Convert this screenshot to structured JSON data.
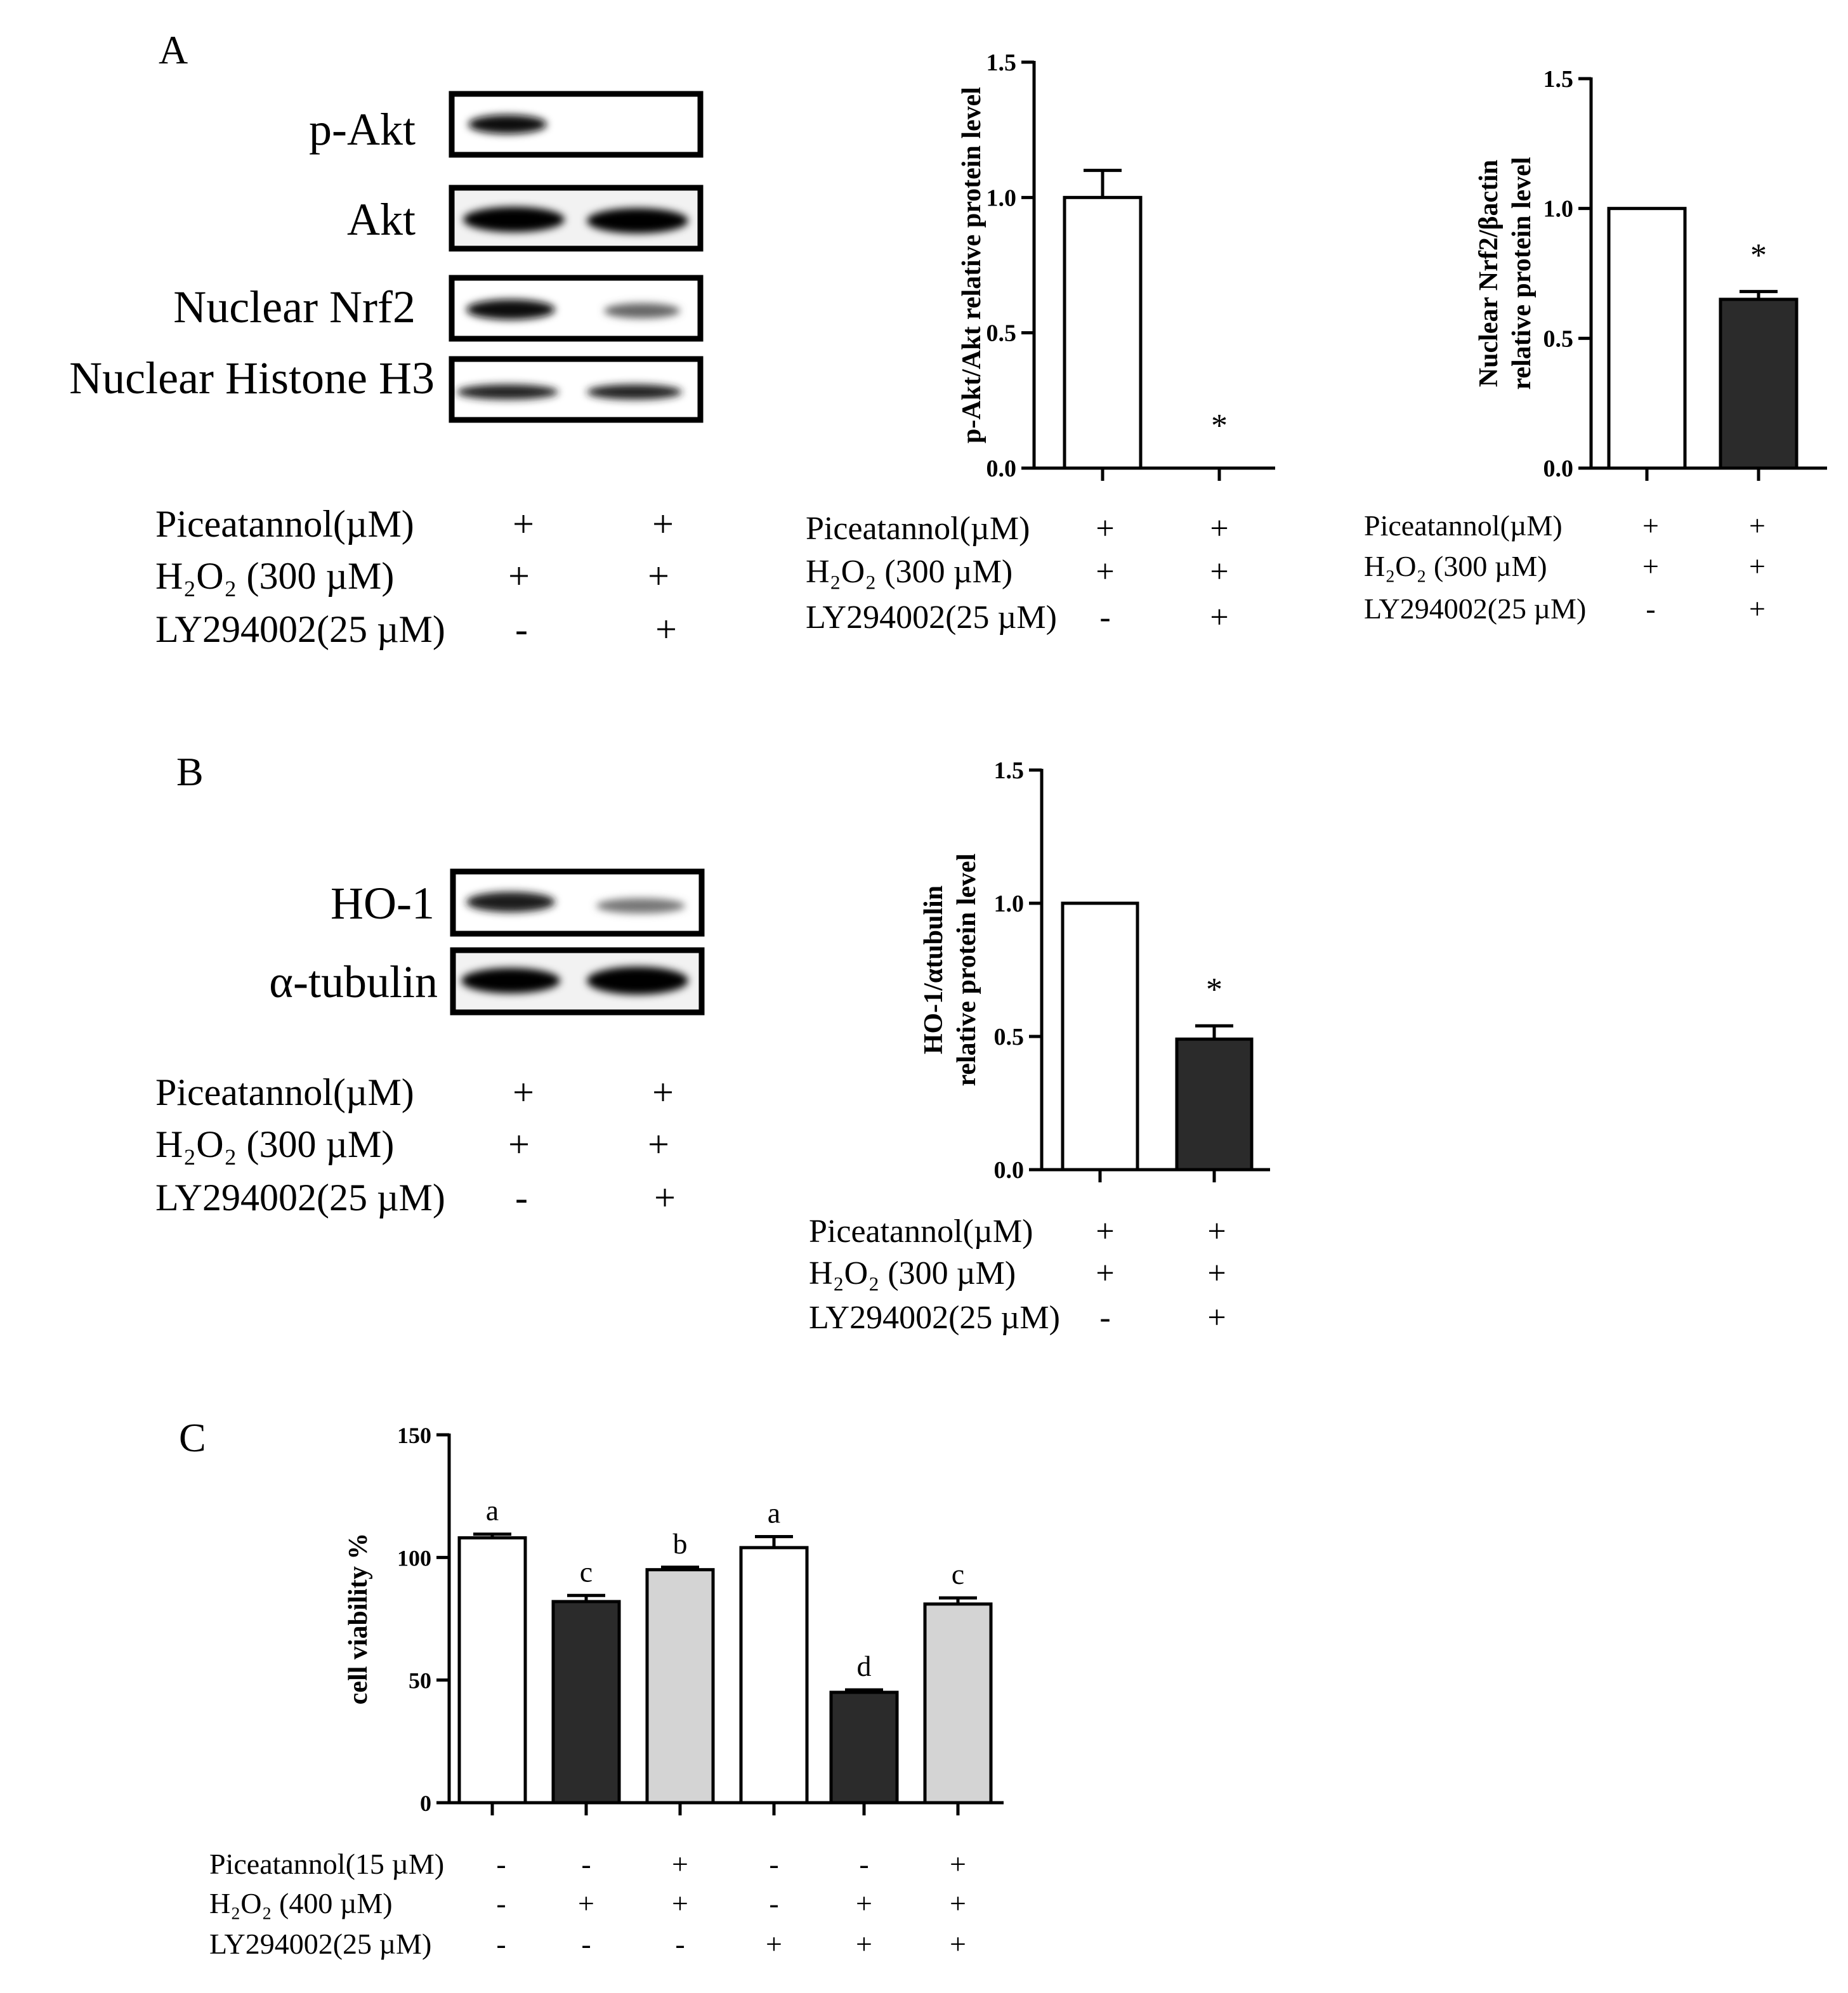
{
  "panels": {
    "a": "A",
    "b": "B",
    "c": "C"
  },
  "panel_a": {
    "blot_labels": [
      "p-Akt",
      "Akt",
      "Nuclear Nrf2",
      "Nuclear Histone H3"
    ],
    "conditions": [
      {
        "label": "Piceatannol(µM)",
        "signs": [
          "+",
          "+"
        ]
      },
      {
        "label": "H₂O₂ (300 µM)",
        "signs": [
          "+",
          "+"
        ]
      },
      {
        "label": "LY294002(25 µM)",
        "signs": [
          "-",
          "+"
        ]
      }
    ]
  },
  "panel_b": {
    "blot_labels": [
      "HO-1",
      "α-tubulin"
    ],
    "conditions": [
      {
        "label": "Piceatannol(µM)",
        "signs": [
          "+",
          "+"
        ]
      },
      {
        "label": "H₂O₂ (300 µM)",
        "signs": [
          "+",
          "+"
        ]
      },
      {
        "label": "LY294002(25 µM)",
        "signs": [
          "-",
          "+"
        ]
      }
    ]
  },
  "panel_c": {
    "conditions": [
      {
        "label": "Piceatannol(15 µM)",
        "signs": [
          "-",
          "-",
          "+",
          "-",
          "-",
          "+"
        ]
      },
      {
        "label": "H₂O₂ (400 µM)",
        "signs": [
          "-",
          "+",
          "+",
          "-",
          "+",
          "+"
        ]
      },
      {
        "label": "LY294002(25 µM)",
        "signs": [
          "-",
          "-",
          "-",
          "+",
          "+",
          "+"
        ]
      }
    ]
  },
  "colors": {
    "white_bar": "#ffffff",
    "dark_bar": "#2b2b2b",
    "gray_bar": "#d4d4d4",
    "axis": "#000000"
  },
  "chart_data": [
    {
      "id": "pakt",
      "type": "bar",
      "ylabel": "p-Akt/Akt relative protein level",
      "ylim": [
        0,
        1.5
      ],
      "yticks": [
        "0.0",
        "0.5",
        "1.0",
        "1.5"
      ],
      "values": [
        1.0,
        0.0
      ],
      "errors": [
        0.1,
        0
      ],
      "bar_colors": [
        "white",
        "dark"
      ],
      "annotations": [
        "",
        "*"
      ],
      "conditions": [
        {
          "label": "Piceatannol(µM)",
          "signs": [
            "+",
            "+"
          ]
        },
        {
          "label": "H₂O₂ (300 µM)",
          "signs": [
            "+",
            "+"
          ]
        },
        {
          "label": "LY294002(25 µM)",
          "signs": [
            "-",
            "+"
          ]
        }
      ]
    },
    {
      "id": "nrf2",
      "type": "bar",
      "ylabel": [
        "Nuclear Nrf2/βactin",
        "relative protein level"
      ],
      "ylim": [
        0,
        1.5
      ],
      "yticks": [
        "0.0",
        "0.5",
        "1.0",
        "1.5"
      ],
      "values": [
        1.0,
        0.65
      ],
      "errors": [
        0,
        0.03
      ],
      "bar_colors": [
        "white",
        "dark"
      ],
      "annotations": [
        "",
        "*"
      ],
      "conditions": [
        {
          "label": "Piceatannol(µM)",
          "signs": [
            "+",
            "+"
          ]
        },
        {
          "label": "H₂O₂ (300 µM)",
          "signs": [
            "+",
            "+"
          ]
        },
        {
          "label": "LY294002(25 µM)",
          "signs": [
            "-",
            "+"
          ]
        }
      ]
    },
    {
      "id": "ho1",
      "type": "bar",
      "ylabel": [
        "HO-1/αtubulin",
        "relative protein level"
      ],
      "ylim": [
        0,
        1.5
      ],
      "yticks": [
        "0.0",
        "0.5",
        "1.0",
        "1.5"
      ],
      "values": [
        1.0,
        0.49
      ],
      "errors": [
        0,
        0.05
      ],
      "bar_colors": [
        "white",
        "dark"
      ],
      "annotations": [
        "",
        "*"
      ],
      "conditions": [
        {
          "label": "Piceatannol(µM)",
          "signs": [
            "+",
            "+"
          ]
        },
        {
          "label": "H₂O₂ (300 µM)",
          "signs": [
            "+",
            "+"
          ]
        },
        {
          "label": "LY294002(25 µM)",
          "signs": [
            "-",
            "+"
          ]
        }
      ]
    },
    {
      "id": "viability",
      "type": "bar",
      "ylabel": "cell viability %",
      "ylim": [
        0,
        150
      ],
      "yticks": [
        "0",
        "50",
        "100",
        "150"
      ],
      "values": [
        108,
        82,
        95,
        104,
        45,
        81
      ],
      "errors": [
        1.5,
        2.5,
        1,
        4.5,
        1,
        2.5
      ],
      "bar_colors": [
        "white",
        "dark",
        "gray",
        "white",
        "dark",
        "gray"
      ],
      "annotations": [
        "a",
        "c",
        "b",
        "a",
        "d",
        "c"
      ]
    }
  ]
}
